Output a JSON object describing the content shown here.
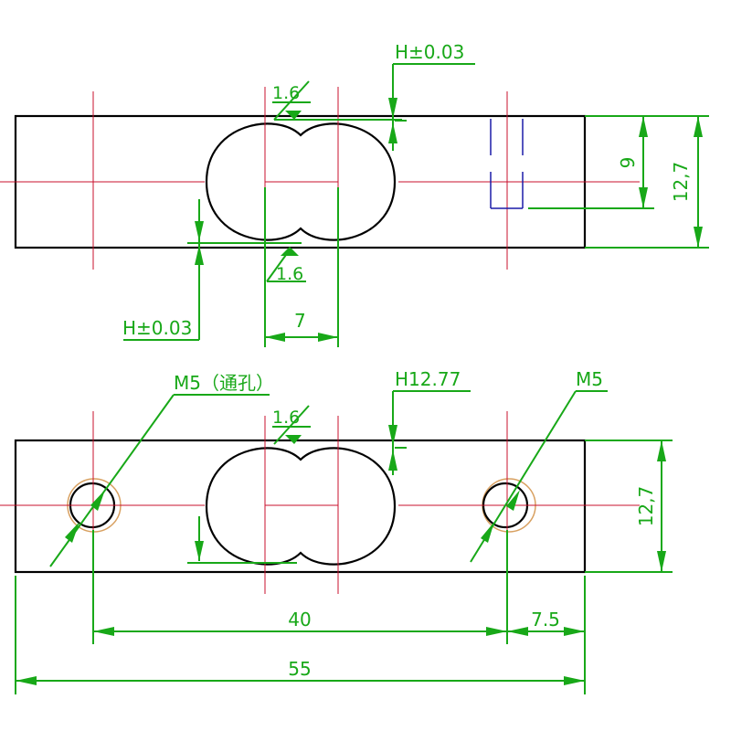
{
  "colors": {
    "outline": "#000000",
    "centerline": "#c8102e",
    "dimension": "#18a818",
    "hidden_line": "#1a1aa8",
    "thread": "#d8a060"
  },
  "top_view": {
    "labels": {
      "tolerance_top": "H±0.03",
      "slot_top": "1.6",
      "slot_bottom": "1.6",
      "tolerance_bottom": "H±0.03",
      "hole_spacing": "7",
      "inner_height": "9",
      "total_height": "12,7"
    }
  },
  "bottom_view": {
    "labels": {
      "left_hole": "M5（通孔）",
      "right_hole": "M5",
      "height_ref": "H12.77",
      "slot_top": "1.6",
      "total_height": "12,7",
      "hole_pitch": "40",
      "end_offset": "7.5",
      "overall_length": "55"
    }
  }
}
